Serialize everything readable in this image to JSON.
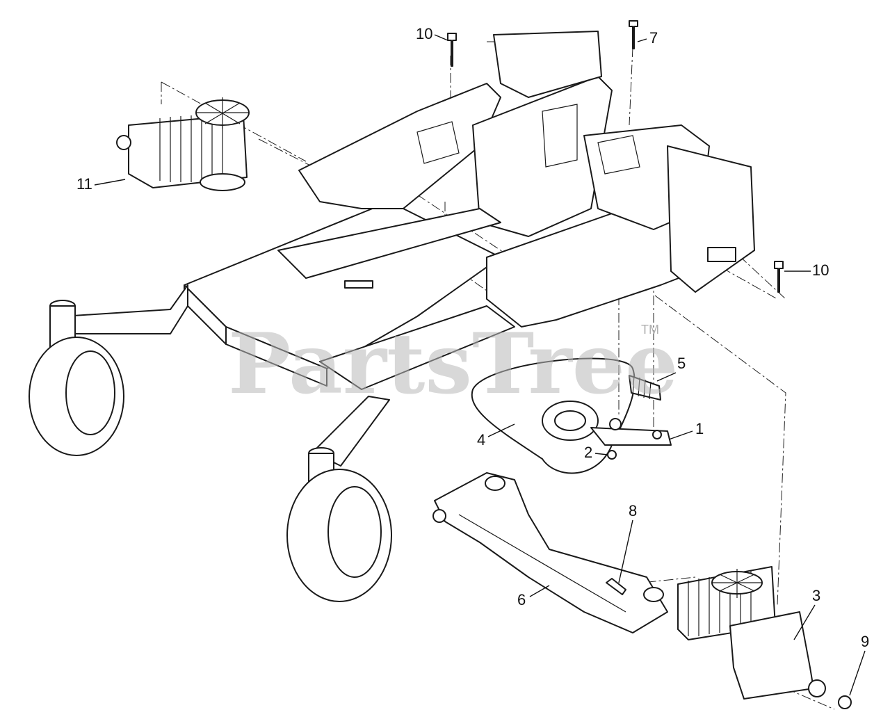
{
  "watermark": {
    "text": "PartsTree",
    "tm": "TM"
  },
  "callouts": [
    {
      "id": "1",
      "label": "1"
    },
    {
      "id": "2",
      "label": "2"
    },
    {
      "id": "3",
      "label": "3"
    },
    {
      "id": "4",
      "label": "4"
    },
    {
      "id": "5",
      "label": "5"
    },
    {
      "id": "6",
      "label": "6"
    },
    {
      "id": "7",
      "label": "7"
    },
    {
      "id": "8",
      "label": "8"
    },
    {
      "id": "9",
      "label": "9"
    },
    {
      "id": "10a",
      "label": "10"
    },
    {
      "id": "10b",
      "label": "10"
    },
    {
      "id": "11",
      "label": "11"
    }
  ]
}
